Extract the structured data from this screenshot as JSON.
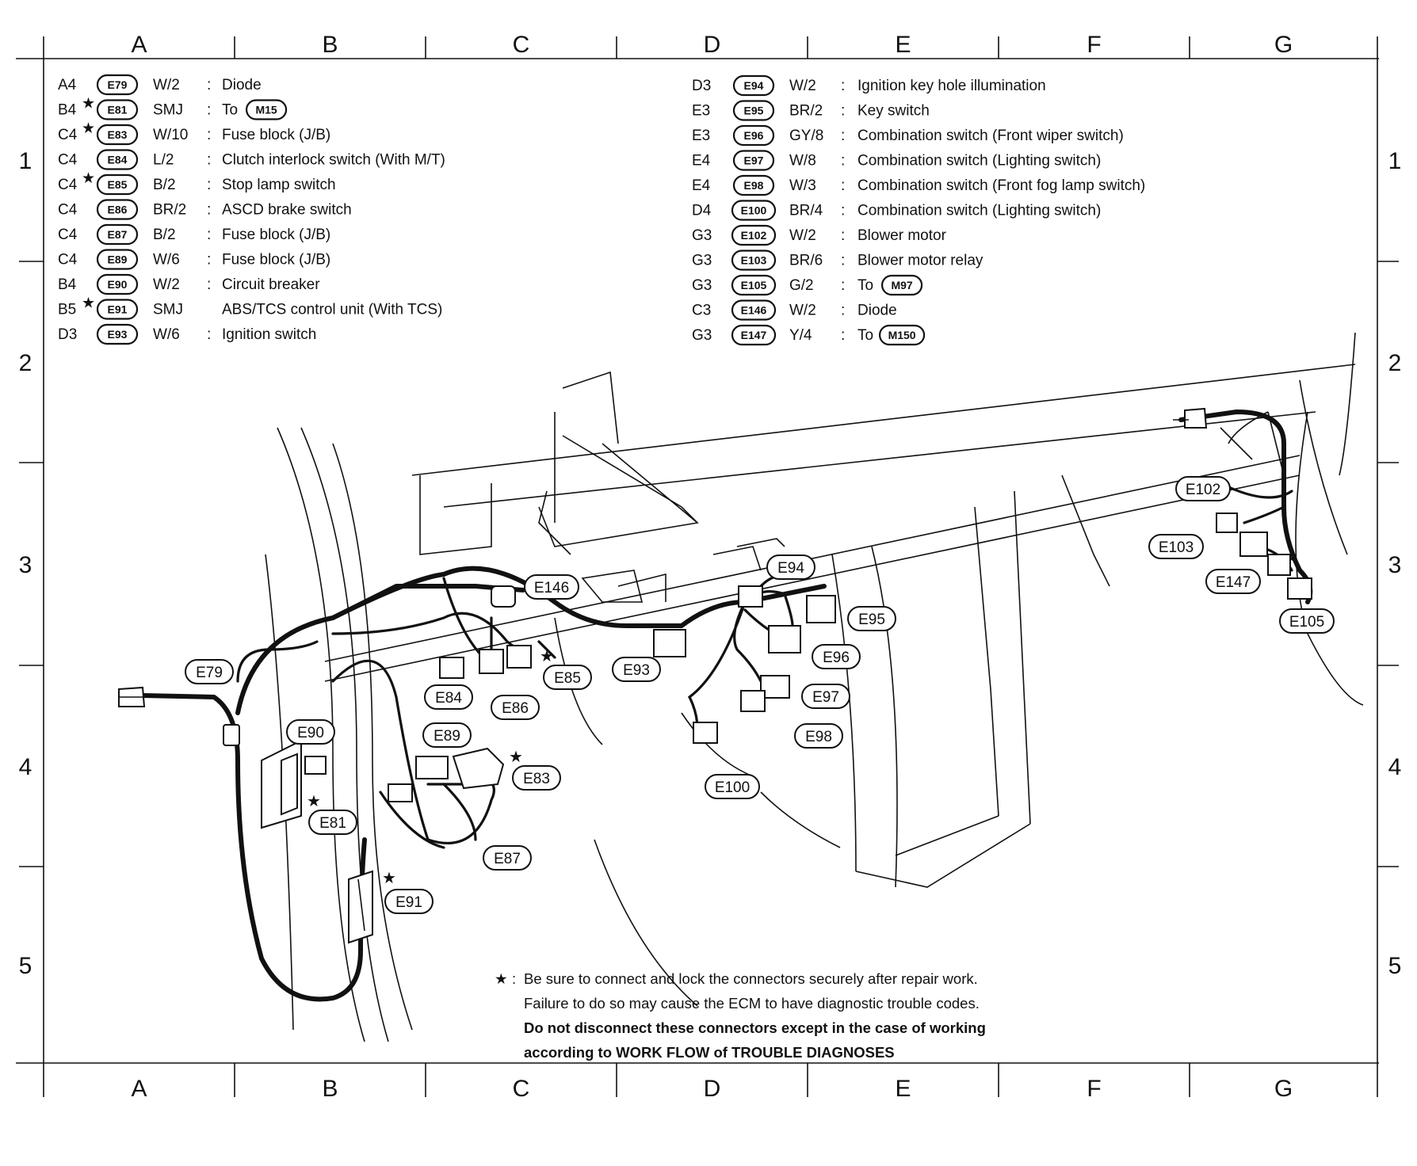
{
  "grid": {
    "columns": [
      "A",
      "B",
      "C",
      "D",
      "E",
      "F",
      "G"
    ],
    "rows": [
      "1",
      "2",
      "3",
      "4",
      "5"
    ]
  },
  "legend_left": [
    {
      "loc": "A4",
      "star": false,
      "conn": "E79",
      "spec": "W/2",
      "sep": ":",
      "desc": "Diode",
      "to": ""
    },
    {
      "loc": "B4",
      "star": true,
      "conn": "E81",
      "spec": "SMJ",
      "sep": ":",
      "desc": "To",
      "to": "M15"
    },
    {
      "loc": "C4",
      "star": true,
      "conn": "E83",
      "spec": "W/10",
      "sep": ":",
      "desc": "Fuse block (J/B)",
      "to": ""
    },
    {
      "loc": "C4",
      "star": false,
      "conn": "E84",
      "spec": "L/2",
      "sep": ":",
      "desc": "Clutch interlock switch (With M/T)",
      "to": ""
    },
    {
      "loc": "C4",
      "star": true,
      "conn": "E85",
      "spec": "B/2",
      "sep": ":",
      "desc": "Stop lamp switch",
      "to": ""
    },
    {
      "loc": "C4",
      "star": false,
      "conn": "E86",
      "spec": "BR/2",
      "sep": ":",
      "desc": "ASCD brake switch",
      "to": ""
    },
    {
      "loc": "C4",
      "star": false,
      "conn": "E87",
      "spec": "B/2",
      "sep": ":",
      "desc": "Fuse block (J/B)",
      "to": ""
    },
    {
      "loc": "C4",
      "star": false,
      "conn": "E89",
      "spec": "W/6",
      "sep": ":",
      "desc": "Fuse block (J/B)",
      "to": ""
    },
    {
      "loc": "B4",
      "star": false,
      "conn": "E90",
      "spec": "W/2",
      "sep": ":",
      "desc": "Circuit breaker",
      "to": ""
    },
    {
      "loc": "B5",
      "star": true,
      "conn": "E91",
      "spec": "SMJ",
      "sep": "",
      "desc": "ABS/TCS control unit (With TCS)",
      "to": ""
    },
    {
      "loc": "D3",
      "star": false,
      "conn": "E93",
      "spec": "W/6",
      "sep": ":",
      "desc": "Ignition switch",
      "to": ""
    }
  ],
  "legend_right": [
    {
      "loc": "D3",
      "star": false,
      "conn": "E94",
      "spec": "W/2",
      "sep": ":",
      "desc": "Ignition key hole illumination",
      "to": ""
    },
    {
      "loc": "E3",
      "star": false,
      "conn": "E95",
      "spec": "BR/2",
      "sep": ":",
      "desc": "Key switch",
      "to": ""
    },
    {
      "loc": "E3",
      "star": false,
      "conn": "E96",
      "spec": "GY/8",
      "sep": ":",
      "desc": "Combination switch (Front wiper switch)",
      "to": ""
    },
    {
      "loc": "E4",
      "star": false,
      "conn": "E97",
      "spec": "W/8",
      "sep": ":",
      "desc": "Combination switch (Lighting switch)",
      "to": ""
    },
    {
      "loc": "E4",
      "star": false,
      "conn": "E98",
      "spec": "W/3",
      "sep": ":",
      "desc": "Combination switch (Front fog lamp switch)",
      "to": ""
    },
    {
      "loc": "D4",
      "star": false,
      "conn": "E100",
      "spec": "BR/4",
      "sep": ":",
      "desc": "Combination switch (Lighting switch)",
      "to": ""
    },
    {
      "loc": "G3",
      "star": false,
      "conn": "E102",
      "spec": "W/2",
      "sep": ":",
      "desc": "Blower motor",
      "to": ""
    },
    {
      "loc": "G3",
      "star": false,
      "conn": "E103",
      "spec": "BR/6",
      "sep": ":",
      "desc": "Blower motor relay",
      "to": ""
    },
    {
      "loc": "G3",
      "star": false,
      "conn": "E105",
      "spec": "G/2",
      "sep": ":",
      "desc": "To",
      "to": "M97"
    },
    {
      "loc": "C3",
      "star": false,
      "conn": "E146",
      "spec": "W/2",
      "sep": ":",
      "desc": "Diode",
      "to": ""
    },
    {
      "loc": "G3",
      "star": false,
      "conn": "E147",
      "spec": "Y/4",
      "sep": ":",
      "desc": "To",
      "to": "M150"
    }
  ],
  "callouts": [
    {
      "id": "E79",
      "star": false
    },
    {
      "id": "E90",
      "star": false
    },
    {
      "id": "E81",
      "star": true
    },
    {
      "id": "E91",
      "star": true
    },
    {
      "id": "E89",
      "star": false
    },
    {
      "id": "E83",
      "star": true
    },
    {
      "id": "E87",
      "star": false
    },
    {
      "id": "E84",
      "star": false
    },
    {
      "id": "E86",
      "star": false
    },
    {
      "id": "E85",
      "star": true
    },
    {
      "id": "E146",
      "star": false
    },
    {
      "id": "E93",
      "star": false
    },
    {
      "id": "E94",
      "star": false
    },
    {
      "id": "E95",
      "star": false
    },
    {
      "id": "E96",
      "star": false
    },
    {
      "id": "E97",
      "star": false
    },
    {
      "id": "E98",
      "star": false
    },
    {
      "id": "E100",
      "star": false
    },
    {
      "id": "E102",
      "star": false
    },
    {
      "id": "E103",
      "star": false
    },
    {
      "id": "E147",
      "star": false
    },
    {
      "id": "E105",
      "star": false
    }
  ],
  "note": {
    "star": "★",
    "prefix": ":",
    "line1": "Be sure to connect and lock the connectors securely after repair work.",
    "line2": "Failure to do so may cause the ECM to have diagnostic trouble codes.",
    "line3": "Do not disconnect these connectors except in the case of working",
    "line4": "according to WORK FLOW of TROUBLE DIAGNOSES"
  }
}
